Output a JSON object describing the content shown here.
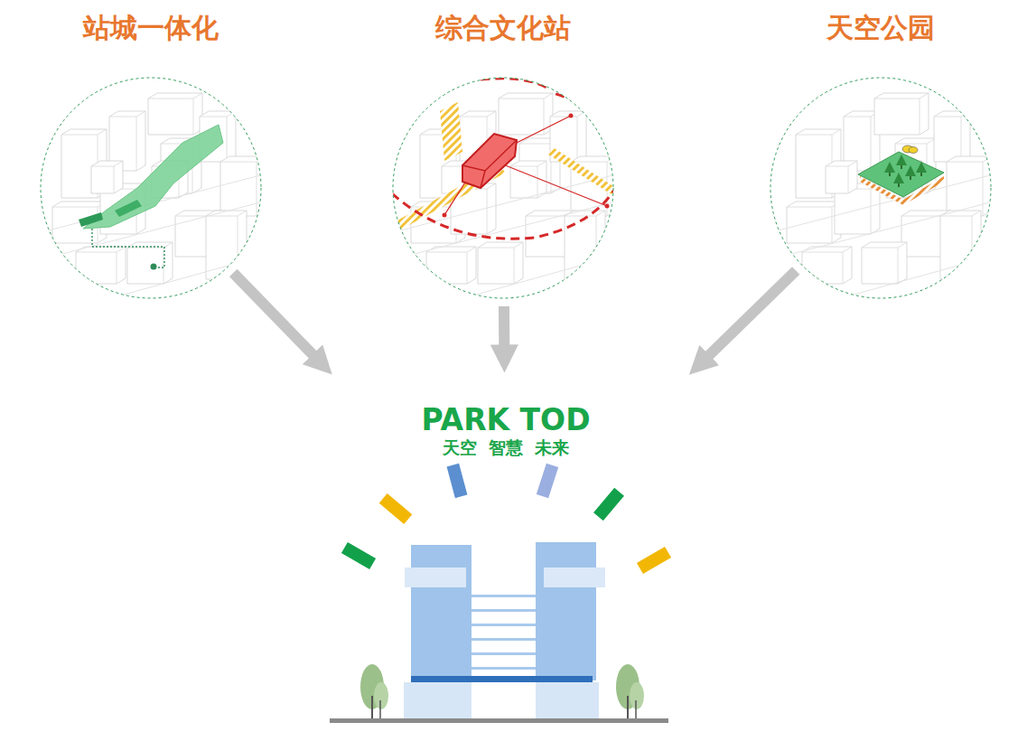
{
  "diagram": {
    "nodes": [
      {
        "text": [
          "站城一体化"
        ]
      },
      {
        "text": [
          "综合文化站"
        ]
      },
      {
        "text": [
          "天空公园"
        ]
      },
      {
        "text": [
          "PARK TOD",
          "天空  智慧  未来"
        ]
      }
    ],
    "edges": [
      {
        "from": 0,
        "to": 3,
        "arrow": "to"
      },
      {
        "from": 1,
        "to": 3,
        "arrow": "to"
      },
      {
        "from": 2,
        "to": 3,
        "arrow": "to"
      }
    ]
  }
}
